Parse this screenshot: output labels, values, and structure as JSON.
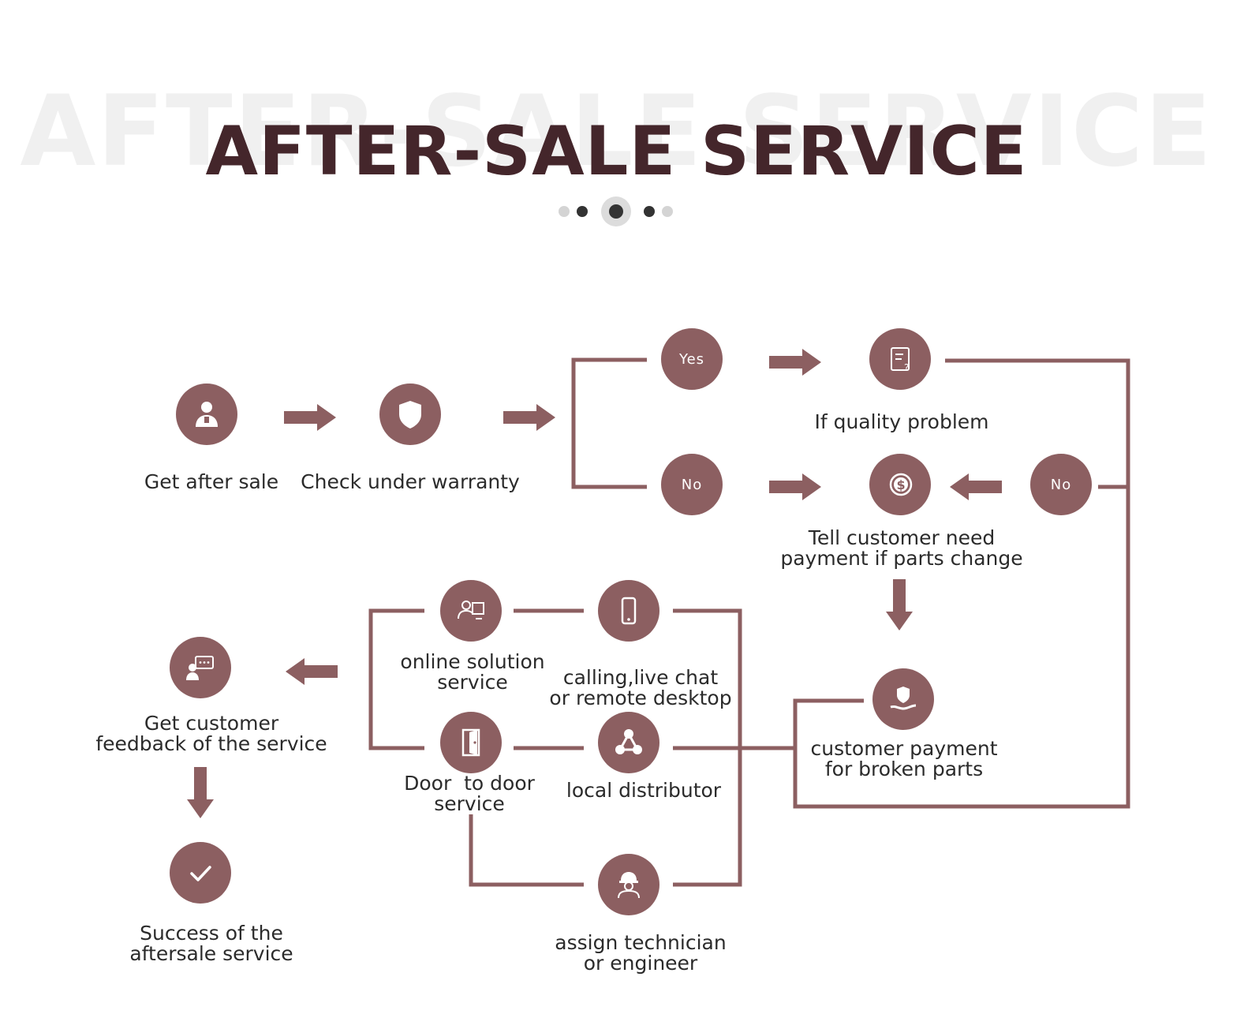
{
  "header": {
    "watermark": "AFTER-SALE SERVICE",
    "title": "AFTER-SALE SERVICE"
  },
  "colors": {
    "accent": "#8c5f61",
    "title": "#44262b",
    "text": "#2b2b2b",
    "watermark": "#f0f0f0"
  },
  "nodes": {
    "get_after_sale": {
      "icon": "user-icon",
      "label_lines": [
        "Get after sale"
      ]
    },
    "check_warranty": {
      "icon": "shield-icon",
      "label_lines": [
        "Check under warranty"
      ]
    },
    "yes": {
      "text": "Yes"
    },
    "no_left": {
      "text": "No"
    },
    "no_right": {
      "text": "No"
    },
    "quality_problem": {
      "icon": "document-question-icon",
      "label_lines": [
        "If quality problem"
      ]
    },
    "tell_customer": {
      "icon": "dollar-coin-icon",
      "label_lines": [
        "Tell customer need",
        "payment if parts change"
      ]
    },
    "customer_payment": {
      "icon": "hand-shield-icon",
      "label_lines": [
        "customer payment",
        "for broken parts"
      ]
    },
    "online_solution": {
      "icon": "user-monitor-icon",
      "label_lines": [
        "online solution",
        "service"
      ]
    },
    "calling": {
      "icon": "phone-icon",
      "label_lines": [
        "calling,live chat",
        "or remote desktop"
      ]
    },
    "door_to_door": {
      "icon": "door-icon",
      "label_lines": [
        "Door  to door",
        "service"
      ]
    },
    "local_distributor": {
      "icon": "network-icon",
      "label_lines": [
        "local distributor"
      ]
    },
    "technician": {
      "icon": "technician-icon",
      "label_lines": [
        "assign technician",
        "or engineer"
      ]
    },
    "feedback": {
      "icon": "chat-feedback-icon",
      "label_lines": [
        "Get customer",
        "feedback of the service"
      ]
    },
    "success": {
      "icon": "check-icon",
      "label_lines": [
        "Success of the",
        "aftersale service"
      ]
    }
  }
}
